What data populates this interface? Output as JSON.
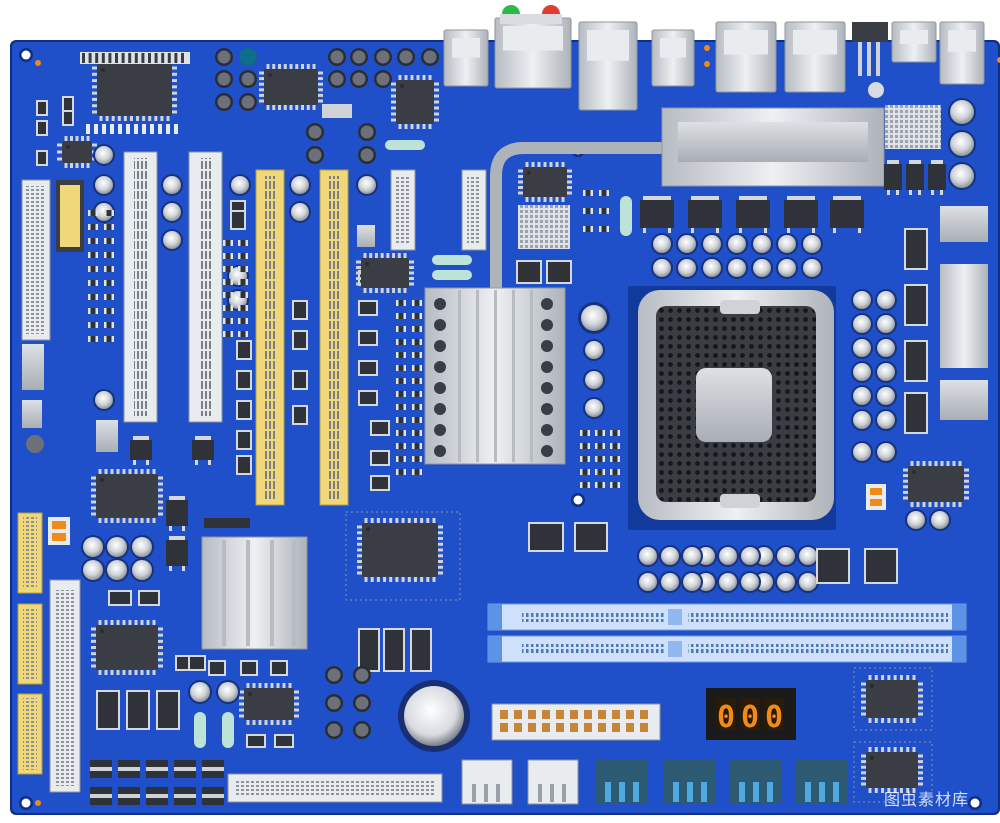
{
  "image": {
    "subject": "motherboard-illustration",
    "watermark": "图虫素材库",
    "post_display_digits": "000"
  },
  "colors": {
    "pcb": "#1f4fc9",
    "pcb_dark": "#123a9c",
    "pcb_edge": "#0d2f86",
    "metal": "#cfd3d8",
    "metal_dark": "#9aa0a8",
    "chip": "#3a3d44",
    "slot_white": "#e9ecef",
    "slot_yellow": "#f0d77a",
    "ram_blue": "#8fb8f0",
    "led_green": "#2db84a",
    "led_red": "#e23b2f",
    "post_orange": "#f08a18",
    "fan_teal": "#2c5a73"
  }
}
